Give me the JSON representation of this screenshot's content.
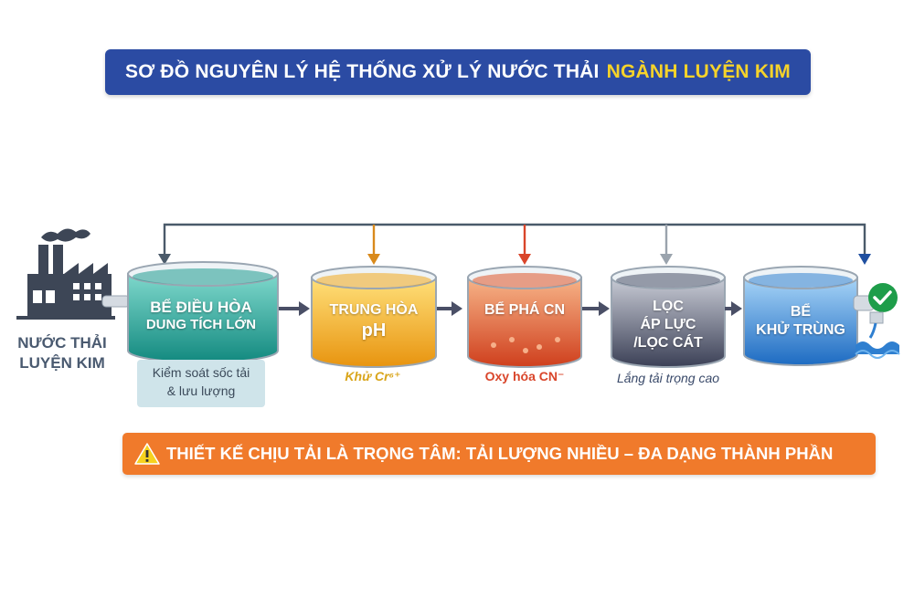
{
  "title": {
    "main": "SƠ ĐỒ NGUYÊN LÝ HỆ THỐNG XỬ LÝ NƯỚC THẢI",
    "highlight": "NGÀNH LUYỆN KIM"
  },
  "source": {
    "label_line1": "NƯỚC THẢI",
    "label_line2": "LUYỆN KIM",
    "icon": "factory-icon"
  },
  "tanks": [
    {
      "line1": "BỂ ĐIỀU HÒA",
      "line2": "DUNG TÍCH LỚN",
      "color": "#1f9a8f",
      "note_line1": "Kiểm soát sốc tải",
      "note_line2": "& lưu lượng"
    },
    {
      "line1": "TRUNG HÒA",
      "line2": "pH",
      "color": "#f2a81c",
      "note_line1": "Khử Cr⁶⁺",
      "note_line2": ""
    },
    {
      "line1": "BỂ PHÁ CN",
      "line2": "",
      "color": "#e0552a",
      "note_line1": "Oxy hóa CN⁻",
      "note_line2": ""
    },
    {
      "line1": "LỌC",
      "line2": "ÁP LỰC",
      "line3": "/LỌC CÁT",
      "color": "#4a5068",
      "note_line1": "Lắng tải trọng cao",
      "note_line2": ""
    },
    {
      "line1": "BỂ",
      "line2": "KHỬ TRÙNG",
      "color": "#2f7fd0",
      "note_line1": "",
      "note_line2": ""
    }
  ],
  "arrow_colors": [
    "#4a5a6a",
    "#d98a1c",
    "#d9452a",
    "#9aa3ad",
    "#1f4fa0"
  ],
  "output_icon": "check-icon",
  "water_icon": "water-wave-icon",
  "warning": {
    "icon": "warning-icon",
    "text": "THIẾT KẾ CHỊU TẢI LÀ TRỌNG TÂM: TẢI LƯỢNG NHIỀU – ĐA DẠNG THÀNH PHẦN"
  }
}
